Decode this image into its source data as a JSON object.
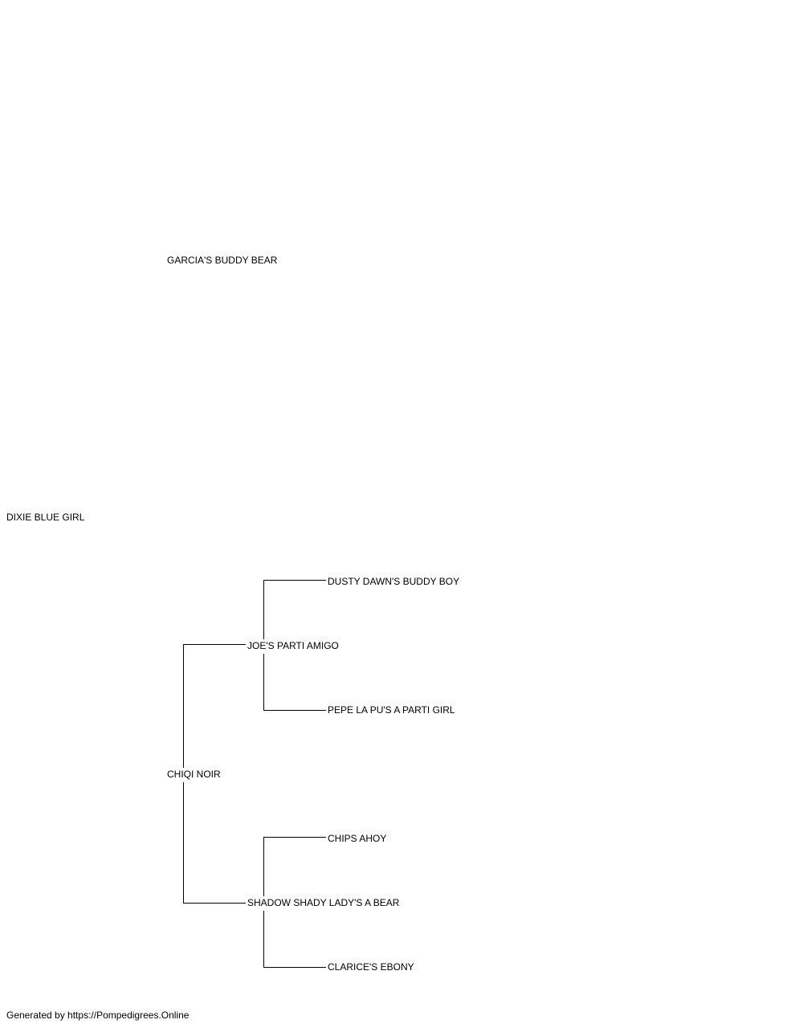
{
  "pedigree": {
    "subject": "DIXIE BLUE GIRL",
    "sire": {
      "name": "GARCIA'S BUDDY BEAR"
    },
    "dam": {
      "name": "CHIQI NOIR",
      "sire": {
        "name": "JOE'S PARTI AMIGO",
        "sire": {
          "name": "DUSTY DAWN'S BUDDY BOY"
        },
        "dam": {
          "name": "PEPE LA PU'S A PARTI GIRL"
        }
      },
      "dam": {
        "name": "SHADOW SHADY LADY'S A BEAR",
        "sire": {
          "name": "CHIPS AHOY"
        },
        "dam": {
          "name": "CLARICE'S EBONY"
        }
      }
    }
  },
  "footer": "Generated by https://Pompedigrees.Online",
  "line_color": "#000000"
}
